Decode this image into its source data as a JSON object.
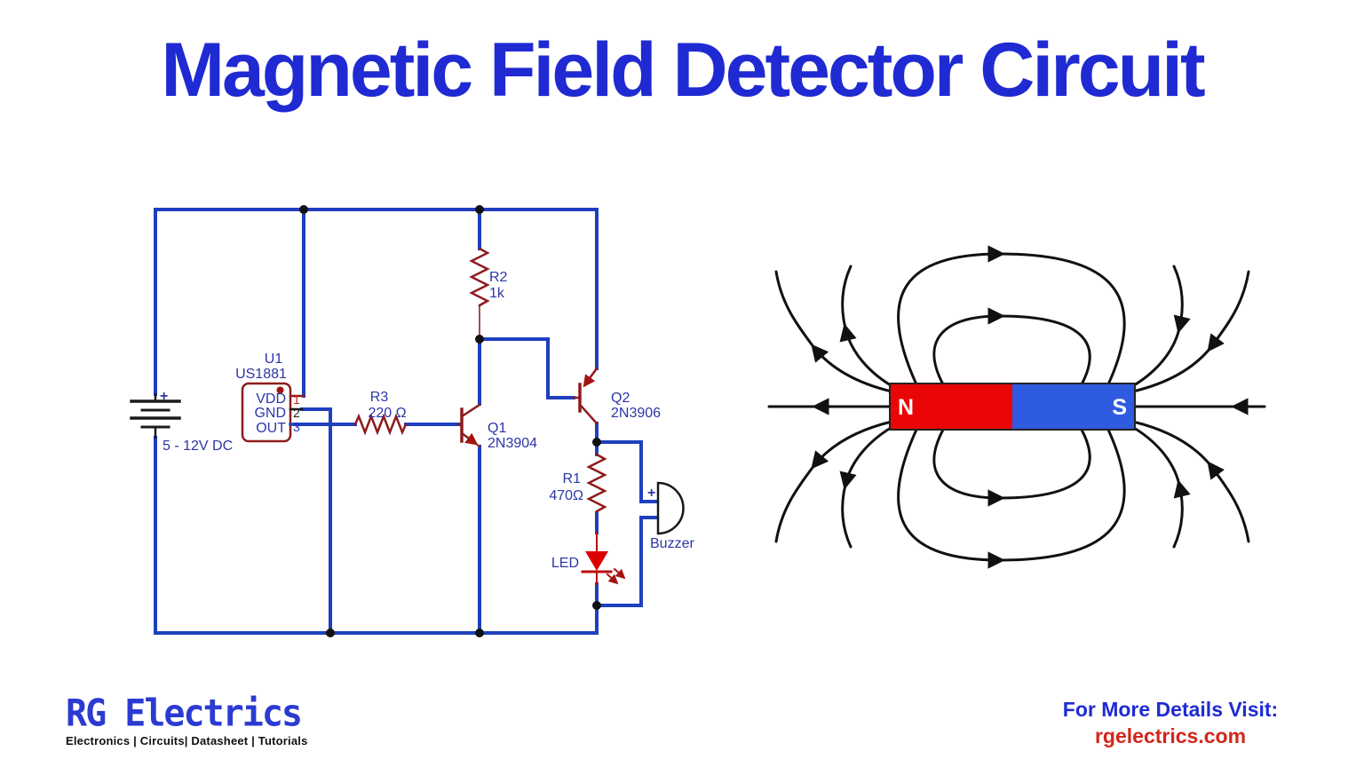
{
  "title": "Magnetic Field Detector Circuit",
  "schematic": {
    "battery": {
      "plus": "+",
      "label": "5 - 12V DC"
    },
    "u1": {
      "ref": "U1",
      "part": "US1881",
      "pins": [
        {
          "num": "1",
          "name": "VDD"
        },
        {
          "num": "2",
          "name": "GND"
        },
        {
          "num": "3",
          "name": "OUT"
        }
      ]
    },
    "r3": {
      "ref": "R3",
      "value": "220 Ω"
    },
    "r2": {
      "ref": "R2",
      "value": "1k"
    },
    "r1": {
      "ref": "R1",
      "value": "470Ω"
    },
    "q1": {
      "ref": "Q1",
      "part": "2N3904"
    },
    "q2": {
      "ref": "Q2",
      "part": "2N3906"
    },
    "led": {
      "label": "LED"
    },
    "buzzer": {
      "label": "Buzzer",
      "plus": "+"
    }
  },
  "magnet": {
    "north": "N",
    "south": "S"
  },
  "footer": {
    "logo": "RG Electrics",
    "tagline": "Electronics | Circuits| Datasheet | Tutorials",
    "visit": "For More Details Visit:",
    "site": "rgelectrics.com"
  },
  "colors": {
    "title_blue": "#1f2ad2",
    "wire_blue": "#1e3fbe",
    "component_red": "#8e1c1c",
    "led_red": "#dd0000",
    "label_blue": "#2c35a8",
    "magnet_red": "#ea0606",
    "magnet_blue": "#2e5be0",
    "field_line_black": "#111111",
    "site_red": "#d3261c",
    "logo_blue": "#2b3bd2"
  }
}
